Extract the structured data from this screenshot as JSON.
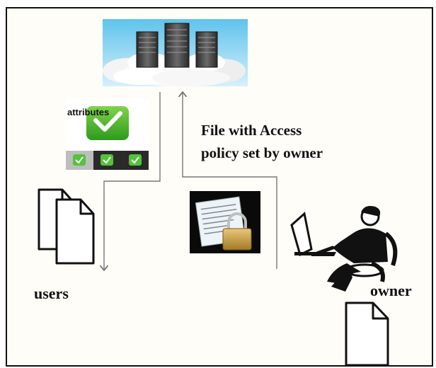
{
  "labels": {
    "policy_line1": "File with Access",
    "policy_line2": "policy set by owner",
    "users": "users",
    "owner": "owner",
    "attributes": "attributes"
  },
  "icons": [
    "cloud-server-icon",
    "attributes-checkbox-icon",
    "documents-icon",
    "locked-file-icon",
    "computer-user-icon",
    "owner-document-icon"
  ],
  "colors": {
    "check_green": "#3fb52a",
    "cloud_sky": "#8fd3f2",
    "lock_gold": "#c9a24a",
    "line": "#7a7a7a"
  }
}
